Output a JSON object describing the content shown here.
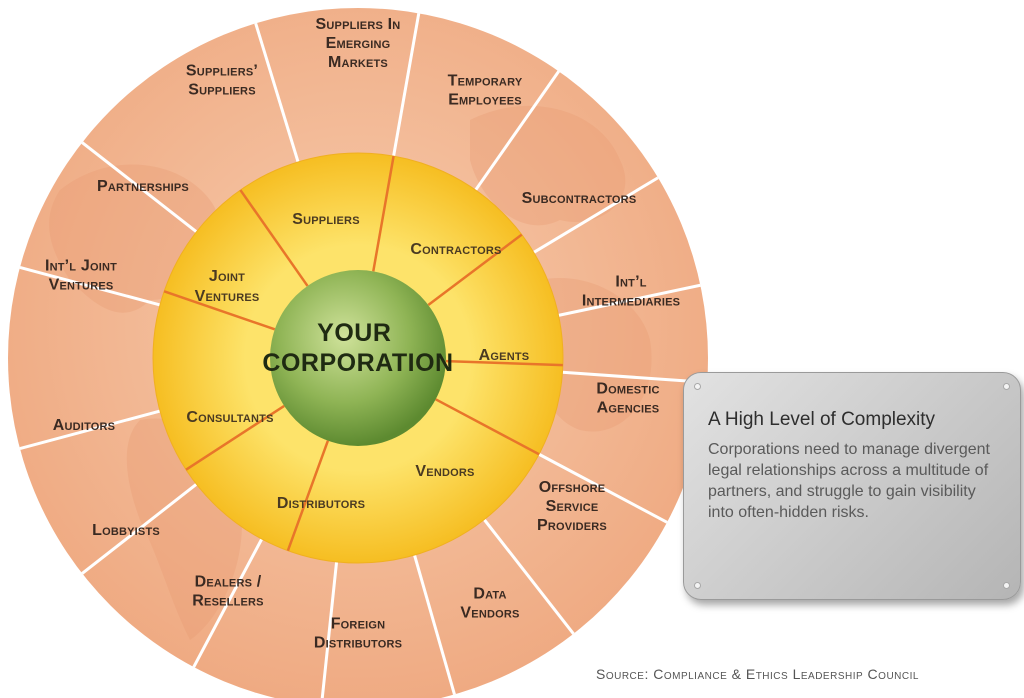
{
  "center": {
    "line1": "YOUR",
    "line2": "CORPORATION"
  },
  "inner_ring": [
    {
      "id": "suppliers",
      "lines": [
        "Suppliers"
      ]
    },
    {
      "id": "contractors",
      "lines": [
        "Contractors"
      ]
    },
    {
      "id": "agents",
      "lines": [
        "Agents"
      ]
    },
    {
      "id": "vendors",
      "lines": [
        "Vendors"
      ]
    },
    {
      "id": "distributors",
      "lines": [
        "Distributors"
      ]
    },
    {
      "id": "consultants",
      "lines": [
        "Consultants"
      ]
    },
    {
      "id": "joint-ventures",
      "lines": [
        "Joint",
        "Ventures"
      ]
    }
  ],
  "outer_ring": [
    {
      "id": "suppliers-in-emerging-markets",
      "lines": [
        "Suppliers In",
        "Emerging",
        "Markets"
      ]
    },
    {
      "id": "temporary-employees",
      "lines": [
        "Temporary",
        "Employees"
      ]
    },
    {
      "id": "subcontractors",
      "lines": [
        "Subcontractors"
      ]
    },
    {
      "id": "intl-intermediaries",
      "lines": [
        "Int’l",
        "Intermediaries"
      ]
    },
    {
      "id": "domestic-agencies",
      "lines": [
        "Domestic",
        "Agencies"
      ]
    },
    {
      "id": "offshore-service-providers",
      "lines": [
        "Offshore",
        "Service",
        "Providers"
      ]
    },
    {
      "id": "data-vendors",
      "lines": [
        "Data",
        "Vendors"
      ]
    },
    {
      "id": "foreign-distributors",
      "lines": [
        "Foreign",
        "Distributors"
      ]
    },
    {
      "id": "dealers-resellers",
      "lines": [
        "Dealers /",
        "Resellers"
      ]
    },
    {
      "id": "lobbyists",
      "lines": [
        "Lobbyists"
      ]
    },
    {
      "id": "auditors",
      "lines": [
        "Auditors"
      ]
    },
    {
      "id": "intl-joint-ventures",
      "lines": [
        "Int’l Joint",
        "Ventures"
      ]
    },
    {
      "id": "partnerships",
      "lines": [
        "Partnerships"
      ]
    },
    {
      "id": "suppliers-suppliers",
      "lines": [
        "Suppliers’",
        "Suppliers"
      ]
    }
  ],
  "note": {
    "title": "A High Level of Complexity",
    "body": "Corporations need to manage divergent legal relationships across a multitude of partners, and struggle to gain visibility into often-hidden risks."
  },
  "source": "Source: Compliance & Ethics Leadership Council",
  "colors": {
    "outer_ring": "#f2b994",
    "outer_ring_dark": "#e8a07a",
    "inner_ring": "#fcd23a",
    "inner_ring_dark": "#f4b41a",
    "core_light": "#b6d27a",
    "core_dark": "#6f9a3c",
    "spoke_inner": "#e8752a",
    "spoke_outer": "#ffffff"
  }
}
